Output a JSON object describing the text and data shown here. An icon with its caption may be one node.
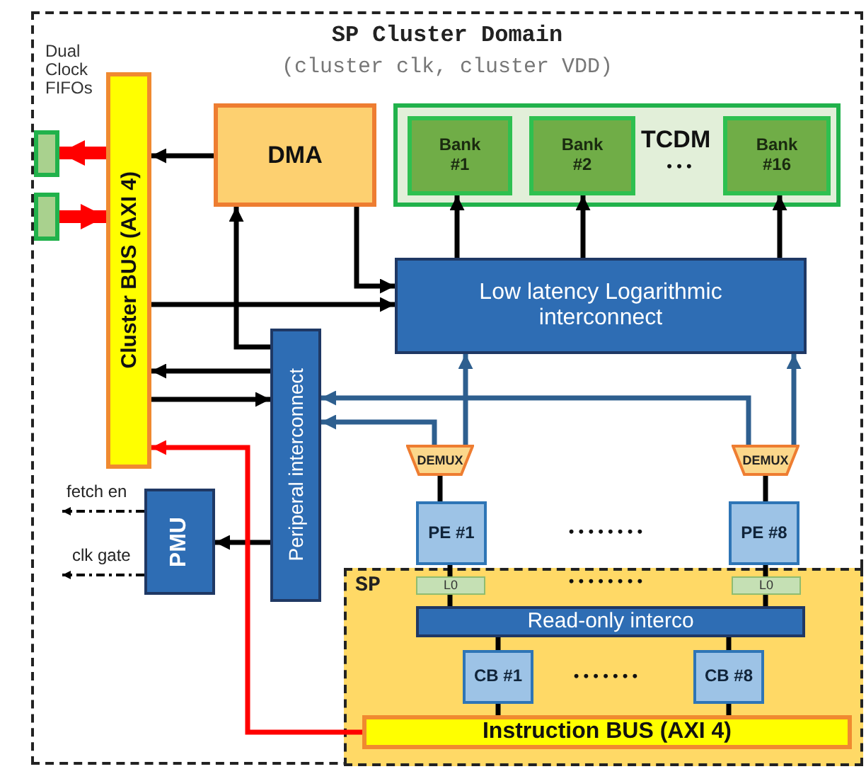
{
  "diagram": {
    "nodes": [
      {
        "text": [
          "SP Cluster Domain",
          "(cluster clk, cluster VDD)"
        ]
      },
      {
        "text": [],
        "shape": "box",
        "in": 0
      },
      {
        "text": [],
        "shape": "box",
        "in": 0
      },
      {
        "text": [
          "Cluster BUS (AXI 4)"
        ],
        "in": 0
      },
      {
        "text": [
          "DMA"
        ],
        "in": 0
      },
      {
        "text": [
          "TCDM"
        ],
        "in": 0
      },
      {
        "text": [
          "Bank #1"
        ],
        "in": 5
      },
      {
        "text": [
          "Bank #2"
        ],
        "in": 5
      },
      {
        "text": [
          "Bank #16"
        ],
        "in": 5
      },
      {
        "text": [
          "Low latency Logarithmic interconnect"
        ],
        "in": 0
      },
      {
        "text": [
          "Periperal interconnect"
        ],
        "in": 0
      },
      {
        "text": [
          "PMU"
        ],
        "in": 0
      },
      {
        "text": [
          "DEMUX"
        ],
        "in": 0
      },
      {
        "text": [
          "DEMUX"
        ],
        "in": 0
      },
      {
        "text": [
          "SP"
        ],
        "in": 0
      },
      {
        "text": [
          "PE #1"
        ],
        "in": 0
      },
      {
        "text": [
          "PE #8"
        ],
        "in": 0
      },
      {
        "text": [
          "L0"
        ],
        "in": 14
      },
      {
        "text": [
          "L0"
        ],
        "in": 14
      },
      {
        "text": [
          "Read-only interco"
        ],
        "in": 14
      },
      {
        "text": [
          "CB #1"
        ],
        "in": 14
      },
      {
        "text": [
          "CB #8"
        ],
        "in": 14
      },
      {
        "text": [
          "Instruction BUS (AXI 4)"
        ],
        "in": 14
      }
    ],
    "edges": [
      {
        "from": 3,
        "to": 1,
        "arrow": "to",
        "style": "thick",
        "color": "#ff0000"
      },
      {
        "from": 2,
        "to": 3,
        "arrow": "to",
        "style": "thick",
        "color": "#ff0000"
      },
      {
        "from": 4,
        "to": 3,
        "arrow": "to"
      },
      {
        "from": 4,
        "to": 9,
        "arrow": "to"
      },
      {
        "from": 3,
        "to": 9,
        "arrow": "to"
      },
      {
        "from": 10,
        "to": 4,
        "arrow": "to"
      },
      {
        "from": 10,
        "to": 3,
        "arrow": "to"
      },
      {
        "from": 3,
        "to": 10,
        "arrow": "to"
      },
      {
        "from": 9,
        "to": 6,
        "arrow": "to"
      },
      {
        "from": 9,
        "to": 7,
        "arrow": "to"
      },
      {
        "from": 9,
        "to": 8,
        "arrow": "to"
      },
      {
        "from": 12,
        "to": 9,
        "arrow": "to",
        "color": "#2e5f8f"
      },
      {
        "from": 13,
        "to": 9,
        "arrow": "to",
        "color": "#2e5f8f"
      },
      {
        "from": 13,
        "to": 10,
        "arrow": "to",
        "color": "#2e5f8f"
      },
      {
        "from": 12,
        "to": 10,
        "arrow": "to",
        "color": "#2e5f8f"
      },
      {
        "from": 10,
        "to": 11,
        "arrow": "to"
      },
      {
        "from": 22,
        "to": 3,
        "arrow": "to",
        "color": "#ff0000"
      },
      {
        "from": 12,
        "to": 15,
        "arrow": "none"
      },
      {
        "from": 13,
        "to": 16,
        "arrow": "none"
      },
      {
        "from": 15,
        "to": 17,
        "arrow": "none"
      },
      {
        "from": 16,
        "to": 18,
        "arrow": "none"
      },
      {
        "from": 17,
        "to": 19,
        "arrow": "none"
      },
      {
        "from": 18,
        "to": 19,
        "arrow": "none"
      },
      {
        "from": 19,
        "to": 20,
        "arrow": "none"
      },
      {
        "from": 19,
        "to": 21,
        "arrow": "none"
      },
      {
        "from": 20,
        "to": 22,
        "arrow": "none"
      },
      {
        "from": 21,
        "to": 22,
        "arrow": "none"
      },
      {
        "from": 11,
        "to": null,
        "arrow": "to",
        "label": "fetch en",
        "style": "dashed"
      },
      {
        "from": 11,
        "to": null,
        "arrow": "to",
        "label": "clk gate",
        "style": "dashed"
      }
    ],
    "labels": [
      "Dual Clock FIFOs",
      "• • •",
      "• • • • • • • •",
      "• • • • • • • •",
      "• • • • • • •"
    ]
  }
}
